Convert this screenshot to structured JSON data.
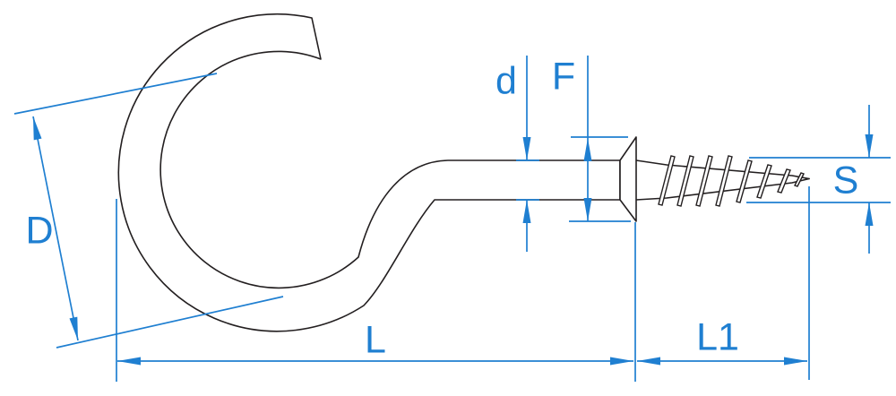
{
  "colors": {
    "dimension": "#1f7fd1",
    "outline": "#231f20",
    "background": "#ffffff"
  },
  "labels": {
    "D": "D",
    "d": "d",
    "F": "F",
    "L": "L",
    "L1": "L1",
    "S": "S"
  }
}
